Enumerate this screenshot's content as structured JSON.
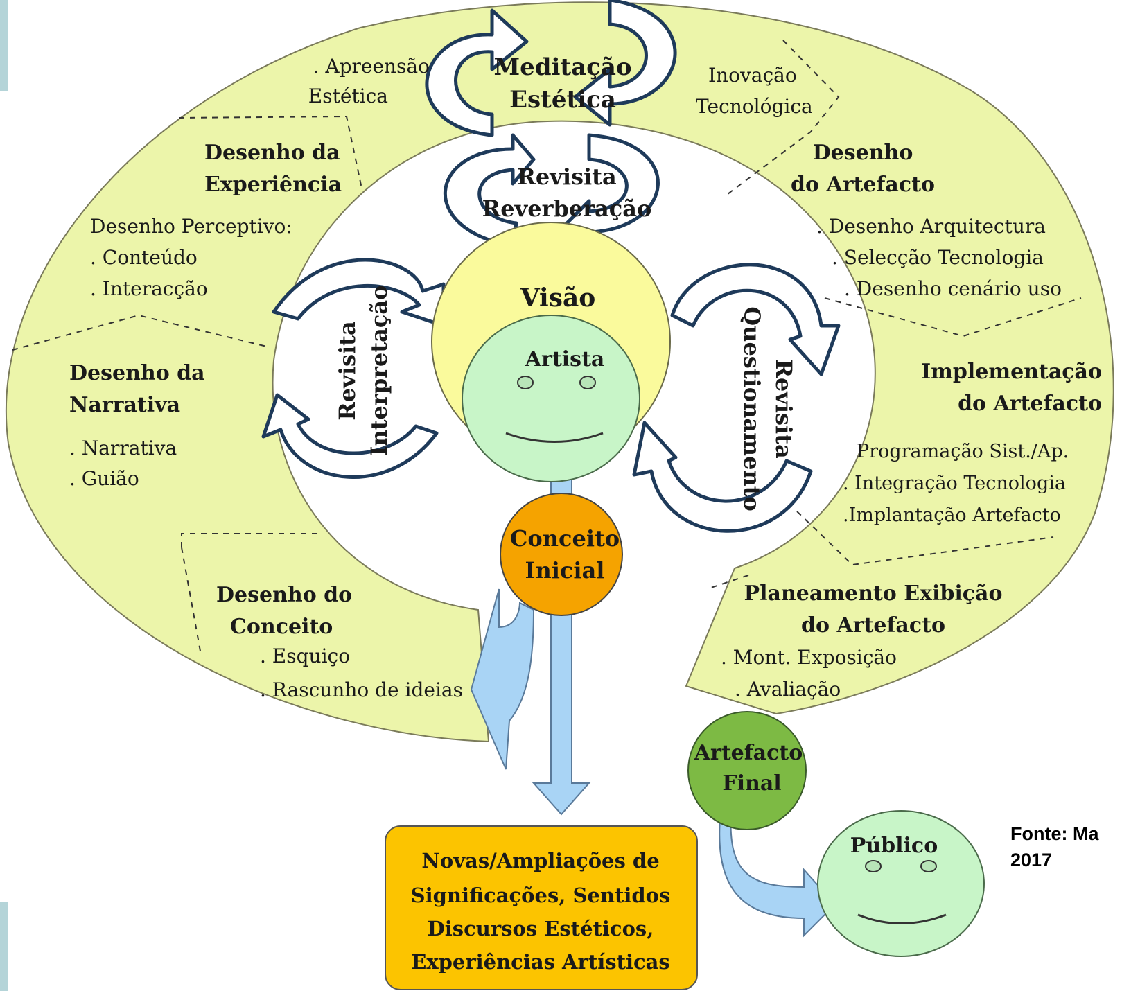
{
  "colors": {
    "outer_ring": "#ecf5aa",
    "ring_border": "#7a7a5a",
    "vision": "#fafa9c",
    "face": "#c8f5c8",
    "concept": "#f5a300",
    "final_artifact": "#7dba44",
    "result_box": "#fcc400",
    "arrow_blue": "#a9d4f5",
    "cycle_arrow": "#1e3a5a",
    "side_bar": "#b4d4d8"
  },
  "top": {
    "meditacao": [
      "Meditação",
      "Estética"
    ],
    "apreensao": [
      ". Apreensão",
      "Estética"
    ],
    "inovacao": [
      "Inovação",
      "Tecnológica"
    ],
    "revisita_reverberacao": [
      "Revisita",
      "Reverberação"
    ]
  },
  "left": {
    "experiencia": {
      "title": [
        "Desenho da",
        "Experiência"
      ],
      "items": [
        "Desenho Perceptivo:",
        ". Conteúdo",
        ". Interacção"
      ]
    },
    "narrativa": {
      "title": [
        "Desenho da",
        "Narrativa"
      ],
      "items": [
        ". Narrativa",
        ". Guião"
      ]
    },
    "conceito": {
      "title": [
        "Desenho do",
        "Conceito"
      ],
      "items": [
        ". Esquiço",
        ". Rascunho de ideias"
      ]
    },
    "revisita_interpretacao": [
      "Revisita",
      "Interpretação"
    ]
  },
  "right": {
    "artefacto": {
      "title": [
        "Desenho",
        "do Artefacto"
      ],
      "items": [
        ". Desenho Arquitectura",
        ". Selecção Tecnologia",
        ". Desenho cenário uso"
      ]
    },
    "implementacao": {
      "title": [
        "Implementação",
        "do Artefacto"
      ],
      "items": [
        "Programação Sist./Ap.",
        ". Integração Tecnologia",
        ".Implantação Artefacto"
      ]
    },
    "exibicao": {
      "title": [
        "Planeamento Exibição",
        "do Artefacto"
      ],
      "items": [
        ". Mont. Exposição",
        ". Avaliação"
      ]
    },
    "revisita_questionamento": [
      "Revisita",
      "Questionamento"
    ]
  },
  "center": {
    "visao": "Visão",
    "artista": "Artista",
    "conceito_inicial": [
      "Conceito",
      "Inicial"
    ],
    "artefacto_final": [
      "Artefacto",
      "Final"
    ],
    "publico": "Público"
  },
  "result": [
    "Novas/Ampliações de",
    "Significações, Sentidos",
    "Discursos Estéticos,",
    "Experiências Artísticas"
  ],
  "source": [
    "Fonte: Ma",
    "2017"
  ]
}
